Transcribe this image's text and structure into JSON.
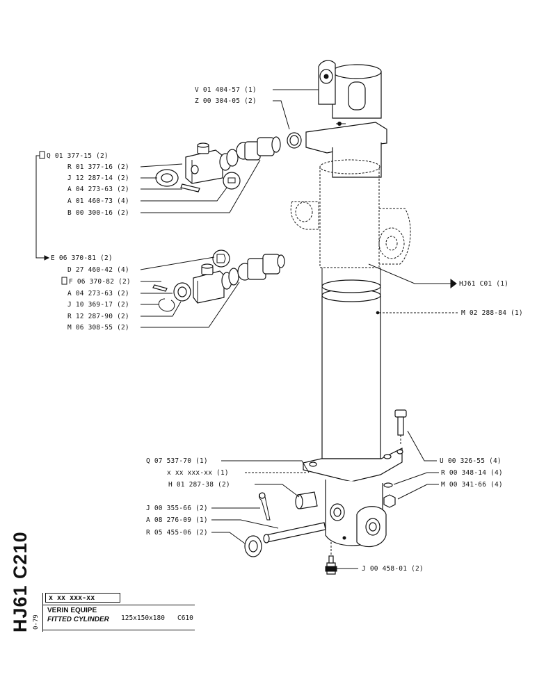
{
  "drawing_id": "HJ61 C210",
  "date": "0-79",
  "ref_code": "x xx xxx-xx",
  "title_fr": "VERIN EQUIPE",
  "title_en": "FITTED CYLINDER",
  "spec": "125x150x180",
  "model": "C610",
  "callouts": {
    "v01404": "V 01 404-57 (1)",
    "z00304": "Z 00 304-05 (2)",
    "q01377": "Q 01 377-15 (2)",
    "r01377": "R 01 377-16 (2)",
    "j12287": "J 12 287-14 (2)",
    "a04273a": "A 04 273-63 (2)",
    "a01460": "A 01 460-73 (4)",
    "b00300": "B 00 300-16 (2)",
    "e06370": "E 06 370-81 (2)",
    "d27460": "D 27 460-42 (4)",
    "f06370": "F 06 370-82 (2)",
    "a04273b": "A 04 273-63 (2)",
    "j10369": "J 10 369-17 (2)",
    "r12287": "R 12 287-90 (2)",
    "m06308": "M 06 308-55 (2)",
    "hj61c01": "HJ61  C01  (1)",
    "m02288": "M 02 288-84 (1)",
    "q07537": "Q 07 537-70 (1)",
    "xxref": "x xx xxx-xx (1)",
    "h01287": "H 01 287-38 (2)",
    "j00355": "J 00 355-66 (2)",
    "a08276": "A 08 276-09 (1)",
    "r05455": "R 05 455-06 (2)",
    "u00326": "U 00 326-55 (4)",
    "r00348": "R 00 348-14 (4)",
    "m00341": "M 00 341-66 (4)",
    "j00458": "J 00 458-01 (2)"
  }
}
